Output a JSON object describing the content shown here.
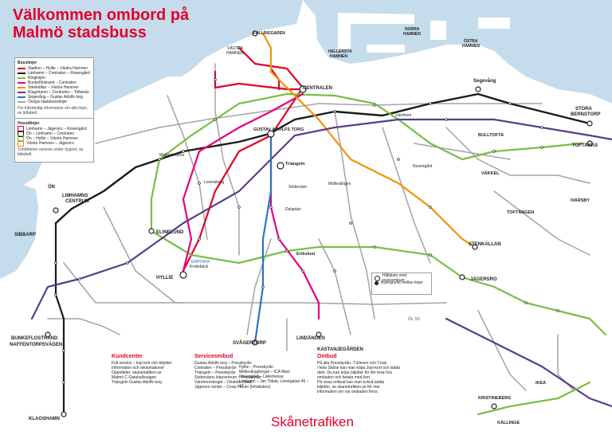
{
  "title": {
    "line1": "Välkommen ombord på",
    "line2": "Malmö stadsbuss"
  },
  "brand": "Skånetrafiken",
  "colors": {
    "sea": "#c5dcec",
    "brand_red": "#e3002b",
    "line_red": "#e3002b",
    "line_black": "#1a1a1a",
    "line_green": "#75c043",
    "line_magenta": "#e5007d",
    "line_orange": "#f39200",
    "line_purple": "#5b3b8c",
    "line_blue": "#2a74c3",
    "line_gray": "#a0a4a8"
  },
  "legend_bus_lines": {
    "heading": "Busslinjer",
    "items": [
      {
        "label": "Stadion – Hyllie – Västra Hamnen",
        "color": "#e3002b"
      },
      {
        "label": "Limhamn – Centralen – Rosengård",
        "color": "#1a1a1a"
      },
      {
        "label": "Ringlinjen",
        "color": "#75c043"
      },
      {
        "label": "Bunkeflostrand – Centralen",
        "color": "#e5007d"
      },
      {
        "label": "Stenkällan – Västra Hamnen",
        "color": "#f39200"
      },
      {
        "label": "Klagshamn – Centralen – Toftanäs",
        "color": "#5b3b8c"
      },
      {
        "label": "Segevång – Gustav Adolfs torg",
        "color": "#2a74c3"
      },
      {
        "label": "Övriga stadsbusslinjer",
        "color": "#a0a4a8"
      }
    ],
    "note": "För fullständig information om alla linjer, se tidtabell."
  },
  "legend_line_numbers": {
    "heading": "Huvudlinjer",
    "items": [
      {
        "label": "Limhamn – Jägersro – Rosengård"
      },
      {
        "label": "Ön – Limhamn – Centralen"
      },
      {
        "label": "Ön – Hyllie – Västra Hamnen"
      },
      {
        "label": "Västra Hamnen – Jägersro"
      }
    ],
    "note": "Turtätheten varierar under dygnet, se tidtabell."
  },
  "legend_stop_info": {
    "hallplats": "Hållplats med resecentrum",
    "byte": "Bytespunkt mellan linjer"
  },
  "map_labels": {
    "centralen": "CENTRALEN",
    "gustav": "GUSTAV ADOLFS TORG",
    "triangeln": "Triangeln",
    "limhamn_1": "LIMHAMNS",
    "limhamn_2": "CENTRUM",
    "hyllie": "HYLLIE",
    "elinelund": "ELINELUND",
    "svagertorp": "SVÅGERTORP",
    "lindangen": "LINDÄNGEN",
    "kastanje": "KASTANJEGÅRDEN",
    "stenkallan": "STENKÄLLAN",
    "jagersro": "JÄGERSRO",
    "segevang": "Segevång",
    "stora_1": "STORA",
    "stora_2": "BERNSTORP",
    "toftanas": "TOFTANÄS",
    "bunke_1": "BUNKEFLOSTRAND",
    "bunke_2": "NAFFENTORPSVÄGEN",
    "klagshamn": "KLAGSHAMN",
    "sibbarp": "SIBBARP",
    "on": "ÖN",
    "kristineberg": "KRISTINEBERG",
    "kastrup": "KÄLLINGE",
    "fullriggaren": "FULLRIGGAREN",
    "vastra_hamnen_1": "VÄSTRA",
    "vastra_hamnen_2": "HAMNEN",
    "norra_hamnen_1": "NORRA",
    "norra_hamnen_2": "HAMNEN",
    "ostra_hamnen_1": "ÖSTRA",
    "ostra_hamnen_2": "HAMNEN",
    "nyhamnen_1": "HELLERSTA",
    "nyhamnen_2": "HAMNEN",
    "rosengard": "Rosengård",
    "vanhem": "Värnhem",
    "bulltofta": "BULLTOFTA",
    "vinkel": "VÄKKEL",
    "tuvtangen": "TOFTÄNGEN",
    "ivarrby": "IVARSBY",
    "ikea": "IKEA",
    "ol": "ÖL 50",
    "mollevangen": "Möllevången",
    "sodervarn": "Södervärn",
    "dalaplan": "Dalaplan",
    "erikslust": "Erikslust",
    "kroksback": "Kroksbäck",
    "lorensborg": "Lorensborg",
    "mellanhedens": "Mellanhedens",
    "emporia": "EMPORIA"
  },
  "info": {
    "kundcenter": {
      "heading": "Kundcenter",
      "lines": [
        "Full service – köp kort och biljetter",
        "Information och reklamationer",
        "Öppettider: skanetrafiken.se",
        "Malmö C Gatuhallsvägen",
        "Triangeln Gustav Adolfs torg"
      ]
    },
    "service": {
      "heading": "Serviceombud",
      "lines": [
        "Gustav Adolfs torg – Pressbyrån",
        "Centralen – Pressbyrån",
        "Triangeln – Pressbyrån",
        "Södervärns köpcentrum – Pressbyrån",
        "Värnhemstorget – Direkten kiosk",
        "Jägersro center – Coop Forum (Infodisken)"
      ]
    },
    "service2": {
      "lines": [
        "Hyllie – Pressbyrån",
        "Möllevångstorget – ICA Maxi",
        "Rosengård – Läkemessa",
        "Limhamn – Jan Tobak, Linnégatan 45 – 47"
      ]
    },
    "ombud": {
      "heading": "Ombud",
      "lines": [
        "På alla Pressbyrån, 7-Eleven och Coop",
        "i hela Skåne kan man köpa Jojo-kort och ladda",
        "dem. Du kan köpa biljetter för din resa hos",
        "ombuden och betala med kort.",
        "På vissa ombud kan man också ladda",
        "biljetter, se skanetrafiken.se för mer",
        "information om var ombuden finns."
      ]
    }
  }
}
